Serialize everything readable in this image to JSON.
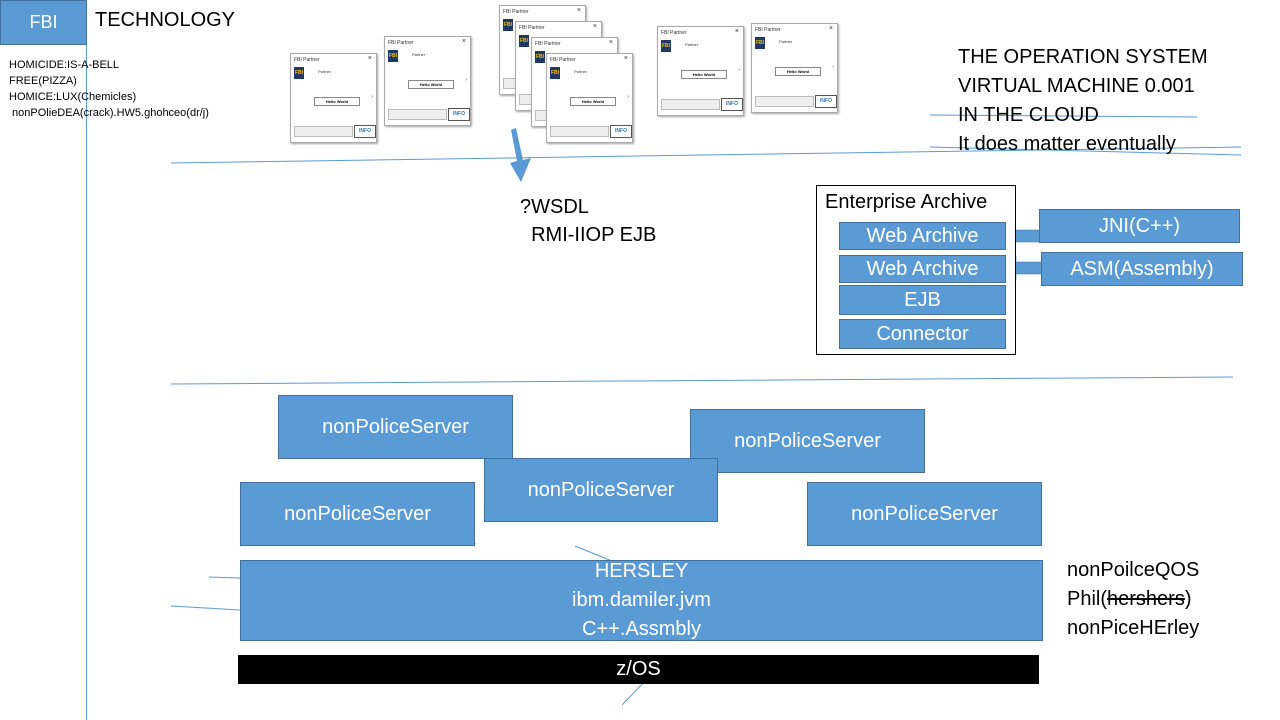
{
  "header": {
    "fbi_label": "FBI",
    "technology": "TECHNOLOGY"
  },
  "notes": [
    "HOMICIDE:IS-A-BELL",
    "FREE(PIZZA)",
    "HOMICE:LUX(Chemicles)",
    " nonPOlieDEA(crack).HW5.ghohceo(dr/j)"
  ],
  "dialog": {
    "title": "FBI Partner",
    "close": "×",
    "logo": "FBI",
    "partner": "Partner",
    "hello": "Hello World",
    "button": "INFO",
    "mark": "›"
  },
  "operation": [
    "THE OPERATION SYSTEM",
    "VIRTUAL MACHINE 0.001",
    "IN THE CLOUD",
    "It does matter eventually"
  ],
  "protocols": {
    "wsdl": "?WSDL",
    "rmi": "  RMI-IIOP EJB"
  },
  "archive": {
    "title": "Enterprise Archive",
    "web1": "Web Archive",
    "web2": "Web Archive",
    "ejb": "EJB",
    "connector": "Connector",
    "jni": "JNI(C++)",
    "asm": "ASM(Assembly)"
  },
  "servers": {
    "s1": "nonPoliceServer",
    "s2": "nonPoliceServer",
    "s3": "nonPoliceServer",
    "s4": "nonPoliceServer",
    "s5": "nonPoliceServer"
  },
  "runtime": {
    "line1": "HERSLEY",
    "line2": "ibm.damiler.jvm",
    "line3": "C++.Assmbly"
  },
  "os": "z/OS",
  "qos": {
    "line1": "nonPoilceQOS",
    "phil_prefix": "Phil(",
    "phil_struck": "hershers",
    "phil_suffix": ")",
    "line3": "nonPiceHErley"
  },
  "colors": {
    "box_fill": "#5b9bd5",
    "box_border": "#41719c",
    "line": "#5b9bd5",
    "os_bar": "#000000"
  }
}
